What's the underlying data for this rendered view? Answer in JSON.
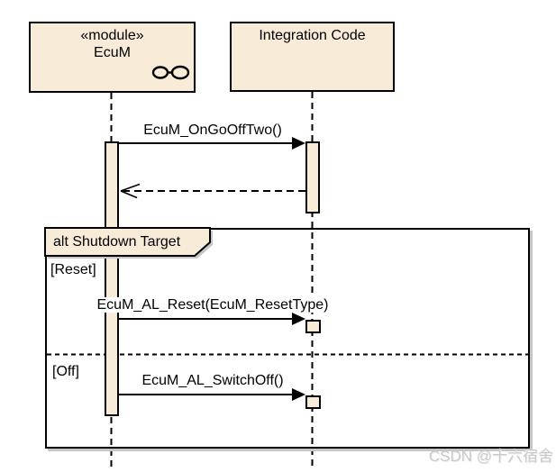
{
  "lifelines": [
    {
      "stereotype": "«module»",
      "name": "EcuM",
      "icon": "glasses-icon"
    },
    {
      "stereotype": "",
      "name": "Integration Code",
      "icon": ""
    }
  ],
  "messages": [
    {
      "label": "EcuM_OnGoOffTwo()",
      "from": "EcuM",
      "to": "Integration Code",
      "kind": "call"
    },
    {
      "label": "",
      "from": "Integration Code",
      "to": "EcuM",
      "kind": "return"
    },
    {
      "label": "EcuM_AL_Reset(EcuM_ResetType)",
      "from": "EcuM",
      "to": "Integration Code",
      "kind": "call"
    },
    {
      "label": "EcuM_AL_SwitchOff()",
      "from": "EcuM",
      "to": "Integration Code",
      "kind": "call"
    }
  ],
  "fragment": {
    "label": "alt Shutdown Target",
    "operator": "alt",
    "name": "Shutdown Target",
    "guards": [
      "[Reset]",
      "[Off]"
    ]
  },
  "watermark": {
    "text": "CSDN @十六宿舍"
  },
  "colors": {
    "element_fill": "#F8ECD9",
    "element_border": "#000000",
    "fragment_shadow": "#C6C6C6",
    "watermark_gray": "#C9C9C9",
    "background": "#FFFFFF"
  }
}
